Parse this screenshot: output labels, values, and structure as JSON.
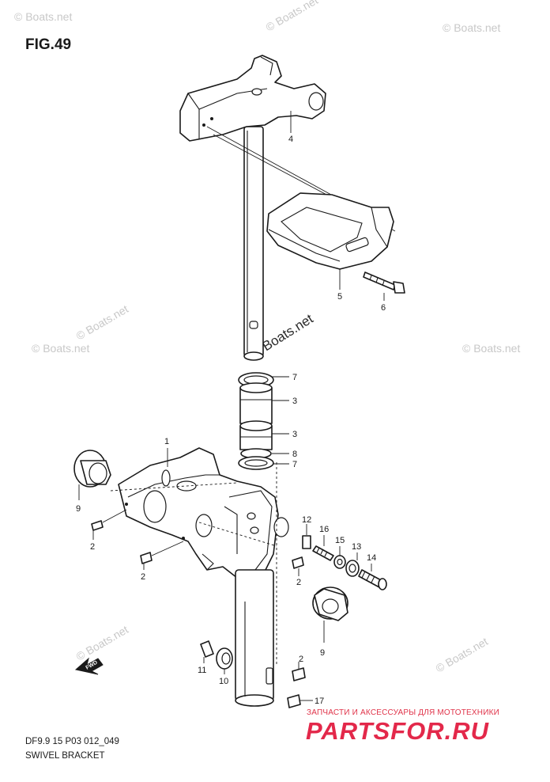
{
  "figure": {
    "title": "FIG.49"
  },
  "watermarks": {
    "main": "© Boats.net",
    "faint": "© Boats.net"
  },
  "footer": {
    "diagram_code": "DF9.9 15 P03 012_049",
    "section_name": "SWIVEL BRACKET"
  },
  "brand": {
    "subtitle": "ЗАПЧАСТИ И АКСЕССУАРЫ ДЛЯ МОТОТЕХНИКИ",
    "logo_text": "PARTSFOR.RU",
    "accent_color": "#e3284a"
  },
  "direction_arrow": {
    "label": "FWD"
  },
  "callouts": {
    "c1": "1",
    "c2a": "2",
    "c2b": "2",
    "c2c": "2",
    "c2d": "2",
    "c3a": "3",
    "c3b": "3",
    "c4": "4",
    "c5": "5",
    "c6": "6",
    "c7a": "7",
    "c7b": "7",
    "c8": "8",
    "c9a": "9",
    "c9b": "9",
    "c10": "10",
    "c11": "11",
    "c12": "12",
    "c13": "13",
    "c14": "14",
    "c15": "15",
    "c16": "16",
    "c17": "17"
  }
}
